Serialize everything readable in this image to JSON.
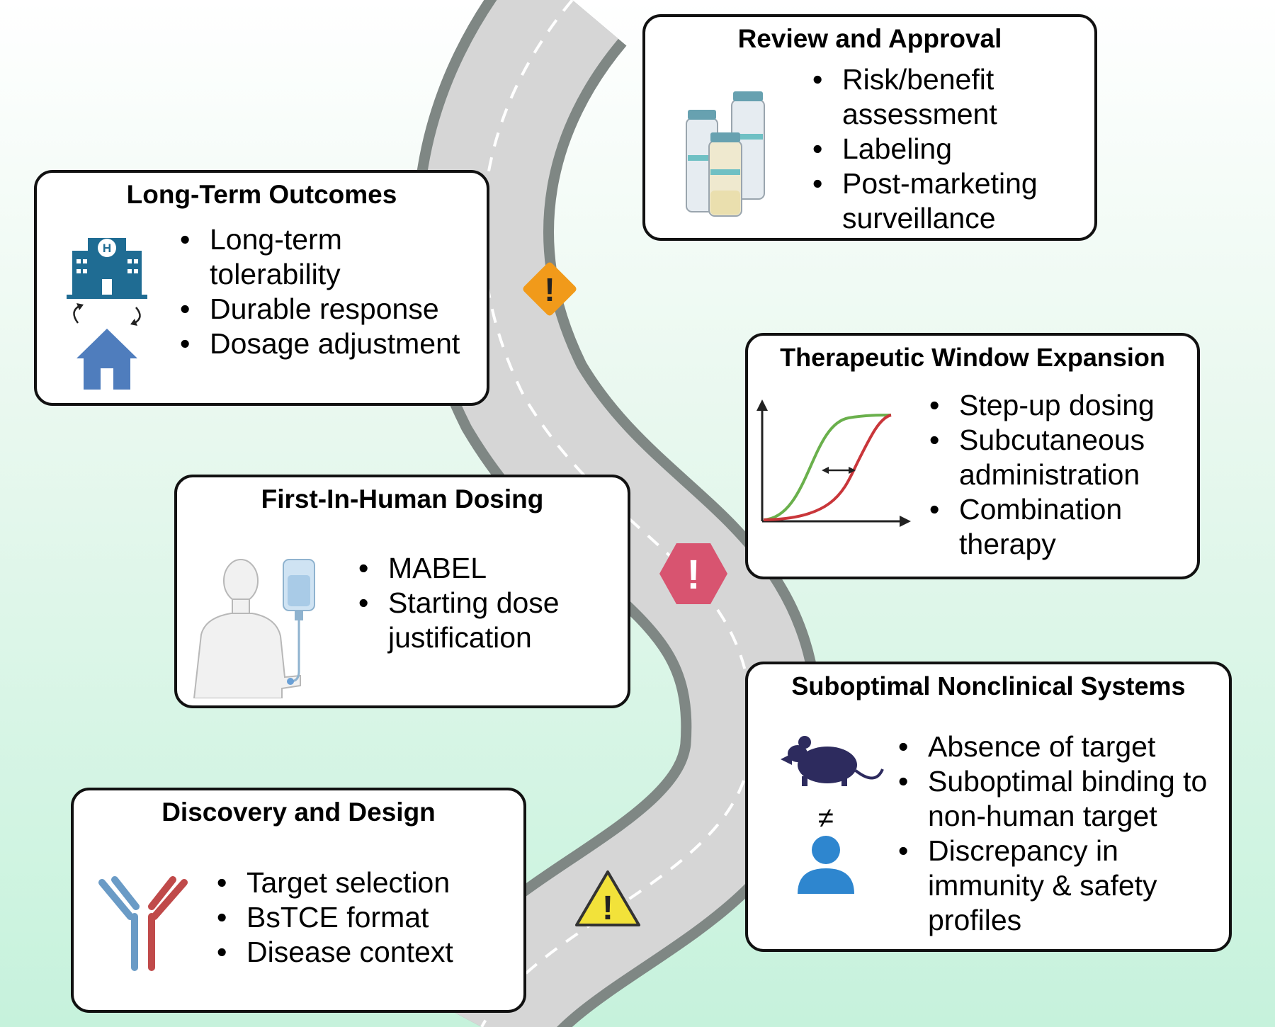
{
  "colors": {
    "road_edge": "#7f8784",
    "road_fill": "#d6d6d6",
    "warning_orange": "#f19a1a",
    "stop_red": "#d85470",
    "caution_yellow": "#f2e23a",
    "antibody_blue": "#6a9bc6",
    "antibody_red": "#c04a4a",
    "building_blue": "#1f6c93",
    "house_blue": "#4f7dbd",
    "mouse_navy": "#2d2b5e",
    "person_blue": "#2e86cf",
    "curve_green": "#6ab04c",
    "curve_red": "#c9363a"
  },
  "cards": {
    "review": {
      "title": "Review and Approval",
      "items": [
        "Risk/benefit assessment",
        "Labeling",
        "Post-marketing surveillance"
      ],
      "icon": "vials-icon"
    },
    "longterm": {
      "title": "Long-Term Outcomes",
      "items": [
        "Long-term tolerability",
        "Durable response",
        "Dosage adjustment"
      ],
      "icon": "hospital-home-icon"
    },
    "window": {
      "title": "Therapeutic Window Expansion",
      "items": [
        "Step-up dosing",
        "Subcutaneous administration",
        "Combination therapy"
      ],
      "icon": "dose-response-curves-icon"
    },
    "fih": {
      "title": "First-In-Human Dosing",
      "items": [
        "MABEL",
        "Starting dose justification"
      ],
      "icon": "patient-iv-drip-icon"
    },
    "nonclinical": {
      "title": "Suboptimal Nonclinical Systems",
      "items": [
        "Absence of target",
        "Suboptimal binding to non-human target",
        "Discrepancy in immunity & safety profiles"
      ],
      "icon": "mouse-vs-human-icon",
      "not_equal": "≠"
    },
    "discovery": {
      "title": "Discovery and Design",
      "items": [
        "Target selection",
        "BsTCE format",
        "Disease context"
      ],
      "icon": "antibody-icon"
    }
  },
  "signs": {
    "diamond": "!",
    "octagon": "!",
    "triangle": "!"
  }
}
